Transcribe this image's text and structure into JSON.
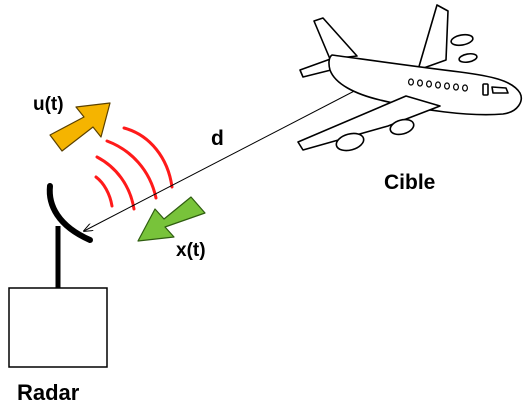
{
  "labels": {
    "emitted_signal": "u(t)",
    "received_signal": "x(t)",
    "distance": "d",
    "target": "Cible",
    "radar": "Radar"
  },
  "colors": {
    "emitted_arrow": "#f5b400",
    "received_arrow": "#78c33a",
    "wave": "#ff1a1a",
    "ink": "#000000"
  },
  "icons": {
    "target": "airplane-icon",
    "radar": "radar-dish-icon"
  }
}
